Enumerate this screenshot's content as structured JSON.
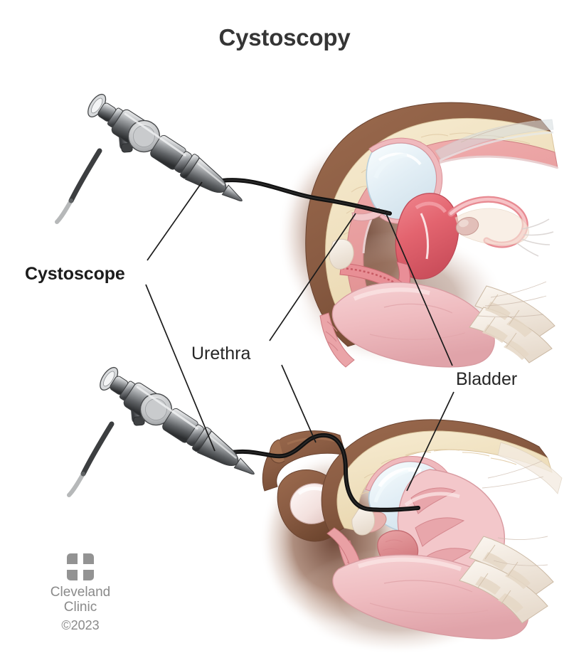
{
  "title": "Cystoscopy",
  "labels": {
    "cystoscope": "Cystoscope",
    "urethra": "Urethra",
    "bladder": "Bladder"
  },
  "footer": {
    "logo_icon": "cleveland-clinic-pinwheel-logo",
    "organization_line1": "Cleveland",
    "organization_line2": "Clinic",
    "copyright": "©2023"
  },
  "illustration": {
    "type": "medical-illustration",
    "description": "Two sagittal cross-section views of the pelvis showing a cystoscope inserted through the urethra into the bladder",
    "panels": [
      {
        "id": "female-panel",
        "anatomy": "female pelvis sagittal section",
        "structures": [
          "abdominal wall",
          "bladder",
          "uterus",
          "ovary",
          "fallopian tube",
          "vagina",
          "rectum",
          "sacrum",
          "pubic bone",
          "urethra"
        ],
        "instrument": "cystoscope"
      },
      {
        "id": "male-panel",
        "anatomy": "male pelvis sagittal section",
        "structures": [
          "penis",
          "testicle",
          "scrotum",
          "bladder",
          "prostate",
          "seminal vesicle",
          "rectum",
          "sacrum",
          "pubic bone",
          "urethra"
        ],
        "instrument": "cystoscope"
      }
    ]
  },
  "colors": {
    "title": "#353535",
    "label": "#1c1c1c",
    "footer_gray": "#8a8a8a",
    "logo_gray": "#939393",
    "scope_metal": "#8e9194",
    "scope_tube": "#111111",
    "skin": "#8d5f45",
    "fat": "#f0e0bd",
    "muscle": "#e8a0a0",
    "bladder_lumen": "#dfe9f0",
    "organ_pink": "#f0b8bc",
    "uterus_red": "#e2737c",
    "bone": "#efe5dc",
    "background": "#ffffff"
  }
}
